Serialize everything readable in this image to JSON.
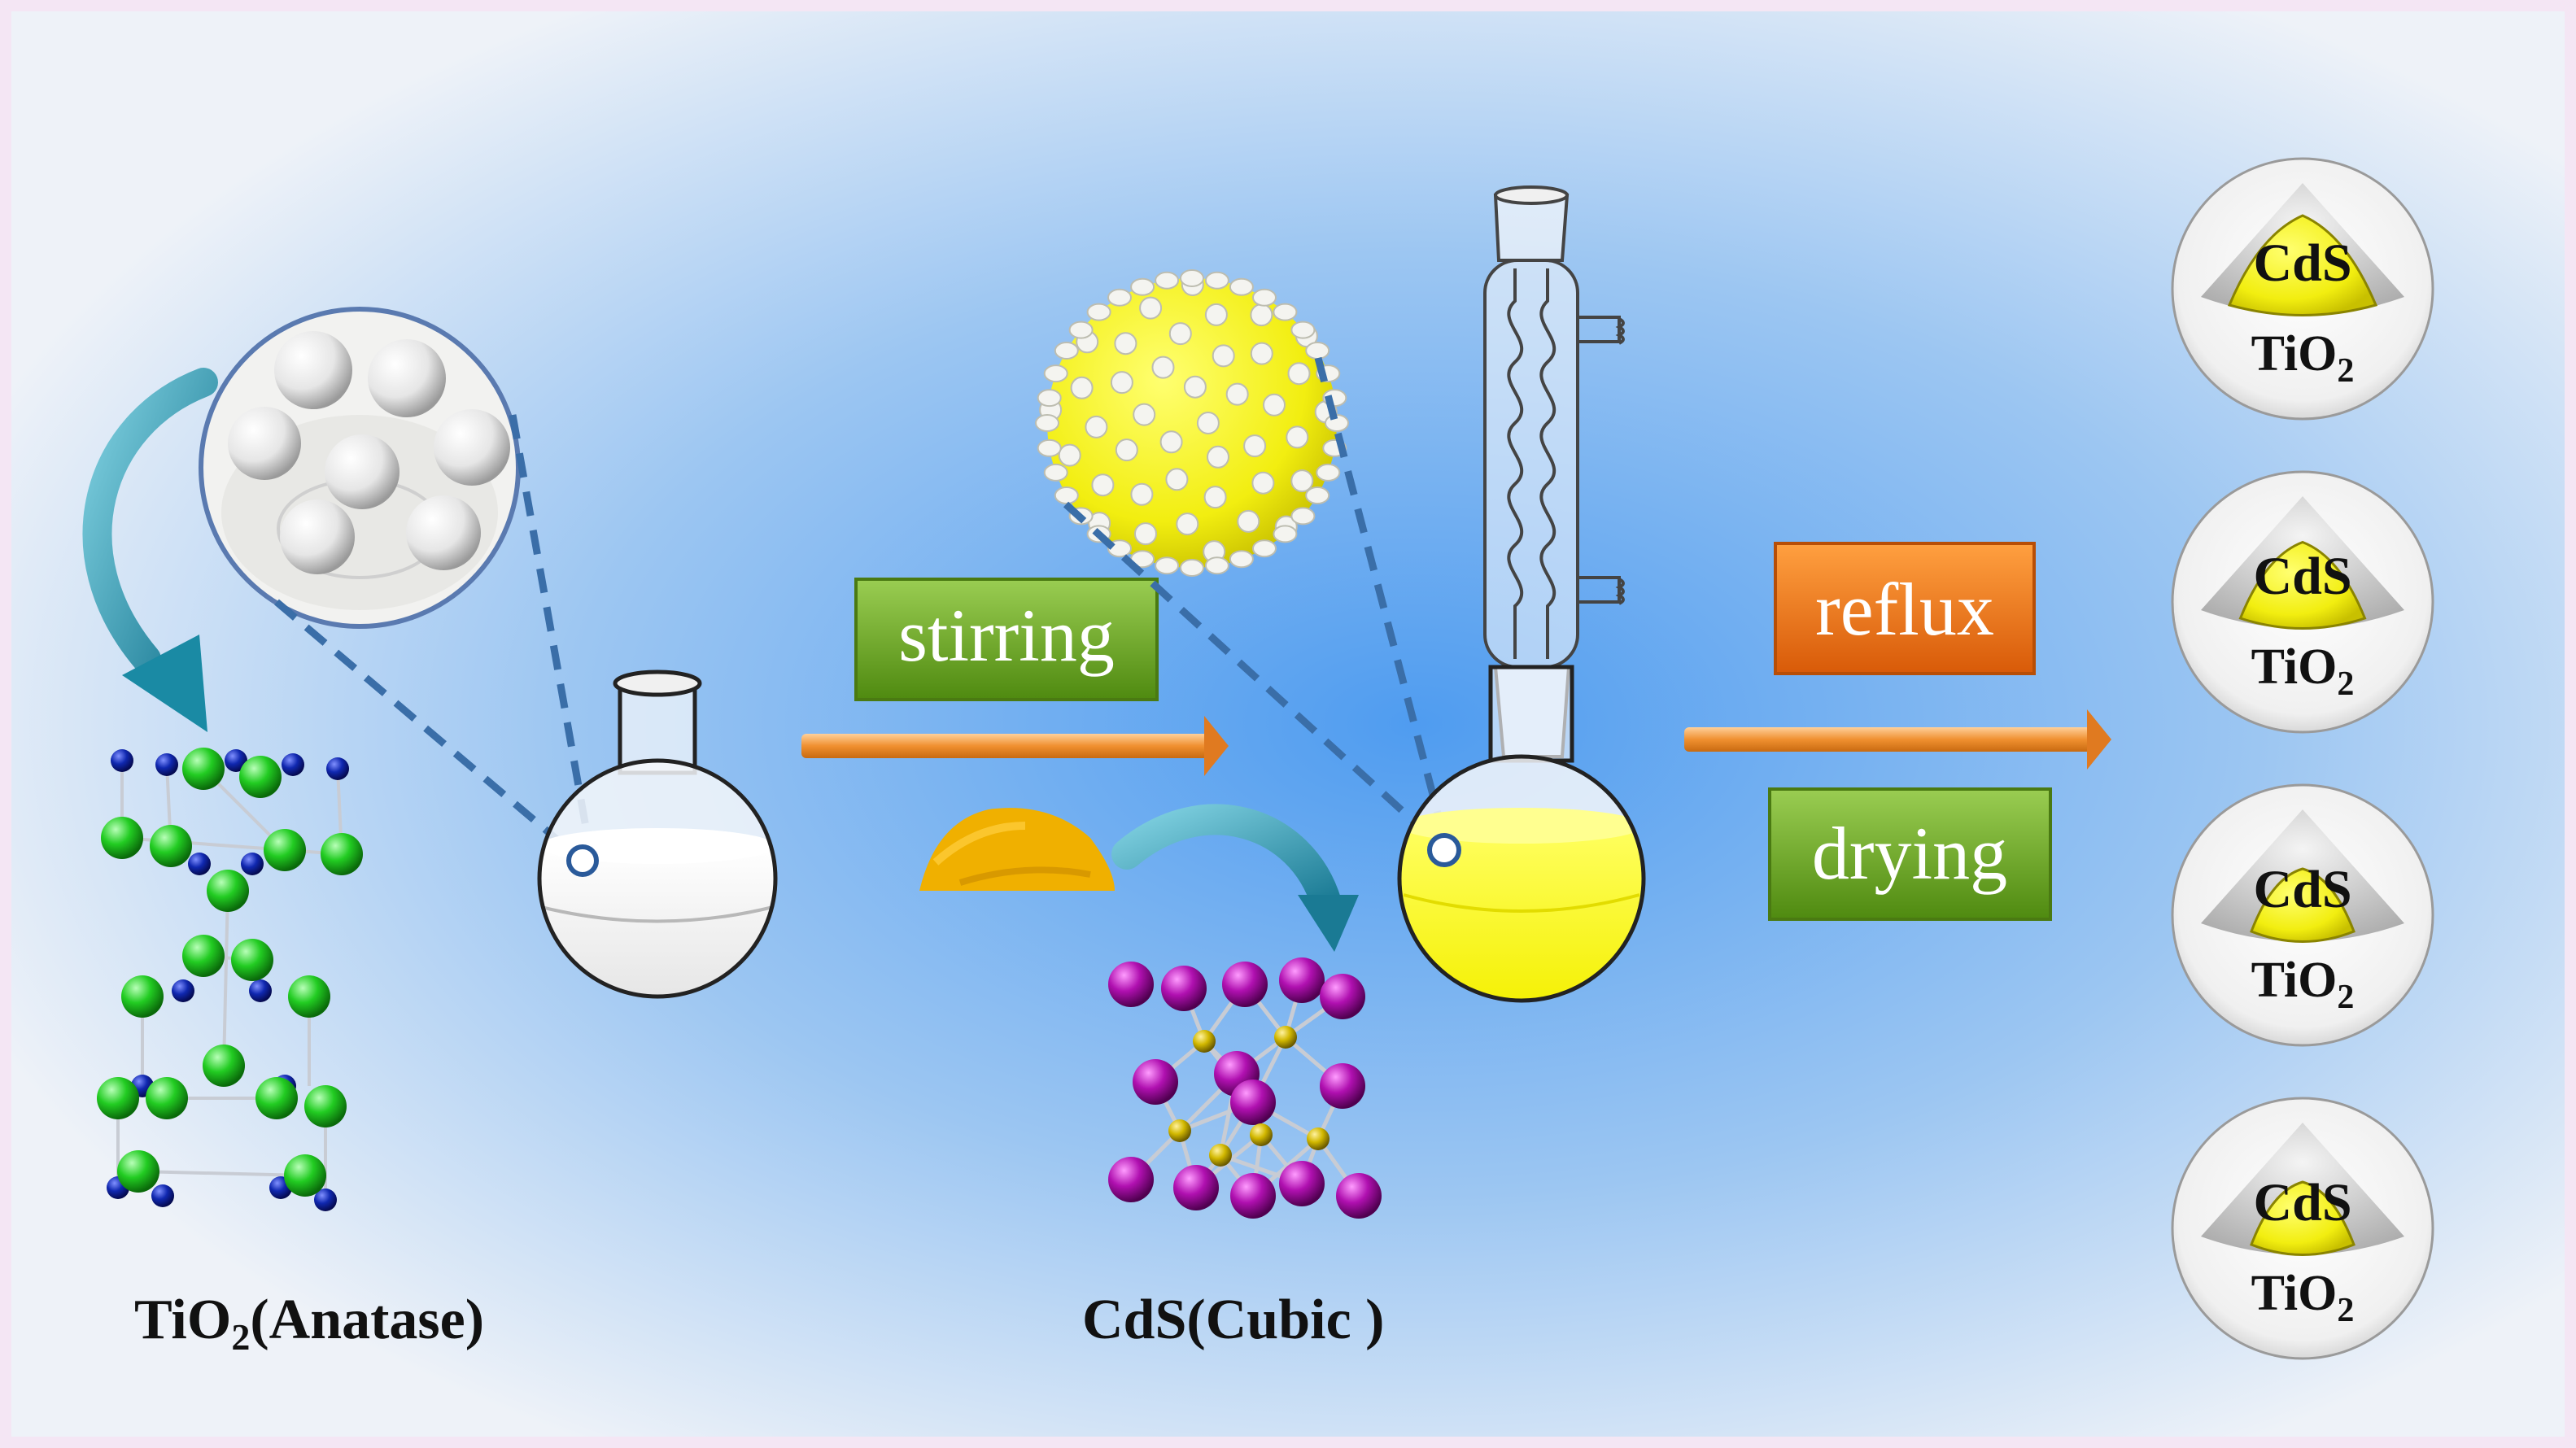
{
  "labels": {
    "tio2_anatase": {
      "main": "TiO",
      "sub": "2",
      "tail": "(Anatase)"
    },
    "cds_cubic": "CdS(Cubic )",
    "stirring": "stirring",
    "reflux": "reflux",
    "drying": "drying"
  },
  "products": [
    {
      "core": "CdS",
      "shell_main": "TiO",
      "shell_sub": "2"
    },
    {
      "core": "CdS",
      "shell_main": "TiO",
      "shell_sub": "2"
    },
    {
      "core": "CdS",
      "shell_main": "TiO",
      "shell_sub": "2"
    },
    {
      "core": "CdS",
      "shell_main": "TiO",
      "shell_sub": "2"
    }
  ],
  "colors": {
    "green_box": "#6aaa1e",
    "orange_box": "#ee7d1c",
    "arrow": "#f0a04a",
    "cds_yellow": "#e6e000",
    "powder": "#f0b000",
    "ti_atom": "#1fc21f",
    "o_atom": "#1020a0",
    "cd_atom": "#b000b0",
    "s_atom": "#c8b000",
    "dashed": "#3a6ea8"
  }
}
